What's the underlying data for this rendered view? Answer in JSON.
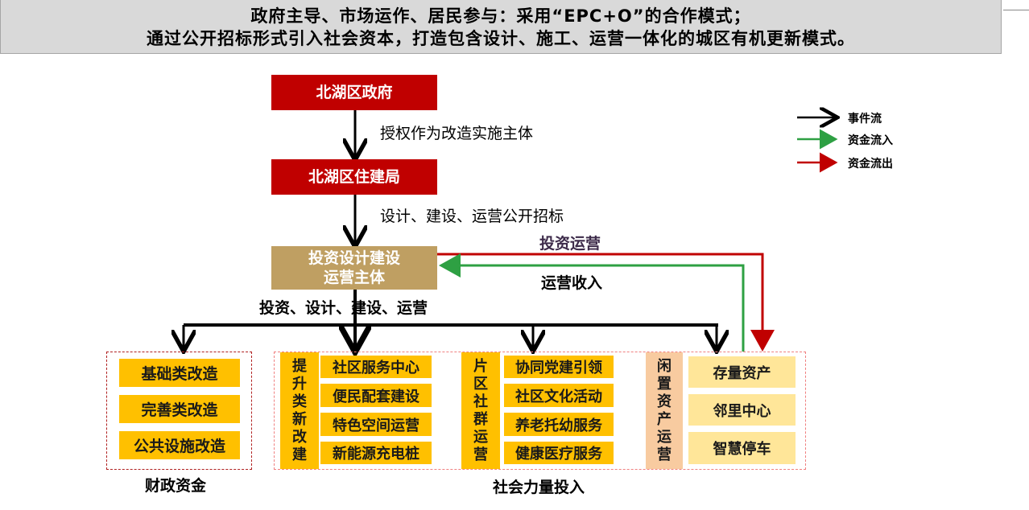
{
  "header": {
    "line1": "政府主导、市场运作、居民参与：采用“EPC+O”的合作模式；",
    "line2": "通过公开招标形式引入社会资本，打造包含设计、施工、运营一体化的城区有机更新模式。"
  },
  "nodes": {
    "gov": "北湖区政府",
    "housing": "北湖区住建局",
    "entity_line1": "投资设计建设",
    "entity_line2": "运营主体"
  },
  "edge_labels": {
    "authorize": "授权作为改造实施主体",
    "tender": "设计、建设、运营公开招标",
    "invest_ops": "投资运营",
    "ops_income": "运营收入",
    "scope": "投资、设计、建设、运营"
  },
  "legend": [
    {
      "label": "事件流",
      "color": "#000000"
    },
    {
      "label": "资金流入",
      "color": "#2ea043"
    },
    {
      "label": "资金流出",
      "color": "#c00000"
    }
  ],
  "fiscal": {
    "title": "财政资金",
    "items": [
      "基础类改造",
      "完善类改造",
      "公共设施改造"
    ]
  },
  "social": {
    "title": "社会力量投入",
    "groups": [
      {
        "label": [
          "提",
          "升",
          "类",
          "新",
          "改",
          "建"
        ],
        "items": [
          "社区服务中心",
          "便民配套建设",
          "特色空间运营",
          "新能源充电桩"
        ]
      },
      {
        "label": [
          "片",
          "区",
          "社",
          "群",
          "运",
          "营"
        ],
        "items": [
          "协同党建引领",
          "社区文化活动",
          "养老托幼服务",
          "健康医疗服务"
        ]
      },
      {
        "label": [
          "闲",
          "置",
          "资",
          "产",
          "运",
          "营"
        ],
        "items": [
          "存量资产",
          "邻里中心",
          "智慧停车"
        ]
      }
    ]
  },
  "colors": {
    "red": "#c00000",
    "green": "#2ea043",
    "gold": "#bf9f62",
    "yellow": "#ffc000"
  }
}
